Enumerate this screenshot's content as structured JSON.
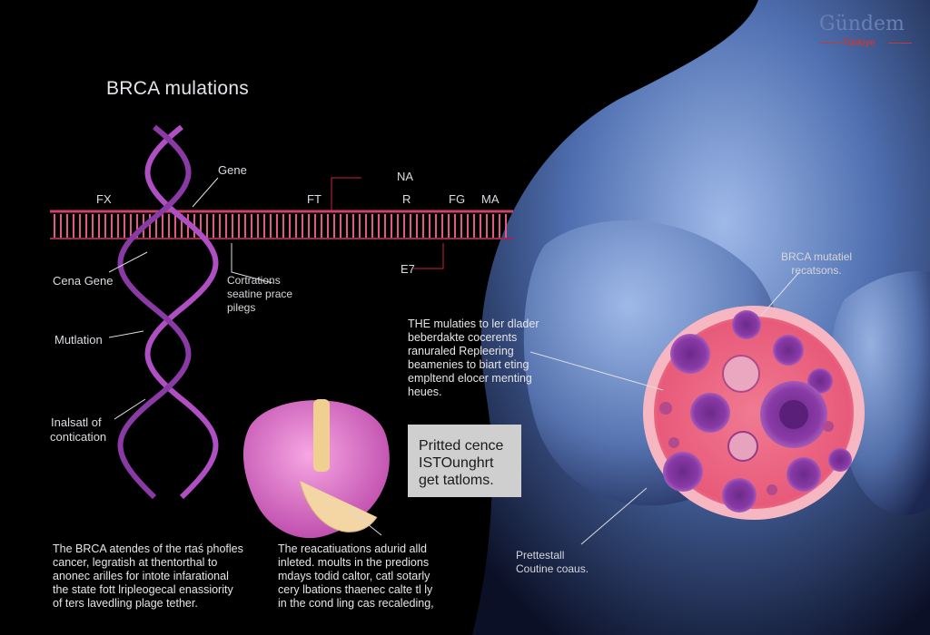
{
  "brand": {
    "name": "Gündem",
    "sub": "Türkiye"
  },
  "title": "BRCA mulations",
  "gene_labels": {
    "gene": "Gene",
    "na": "NA",
    "fx": "FX",
    "ft": "FT",
    "r": "R",
    "fg": "FG",
    "ma": "MA",
    "e7": "E7",
    "cena_gene": "Cena Gene",
    "mutation": "Mutlation",
    "inalsatl_1": "Inalsatl of",
    "inalsatl_2": "contication",
    "contrains": "Cortrations\nseatine prace\npilegs"
  },
  "mid_text": "THE mulaties to ler dlader\nbeberdakte cocerents\nranuraled Repleering\nbeamenies to biart eting\nempltend elocer menting\nheues.",
  "box_text": "Pritted cence\nISTOunghrt\nget tatloms.",
  "cell_labels": {
    "top": "BRCA mutatiel\nrecatsons.",
    "bottom": "Prettestall\nCoutine coaus."
  },
  "bottom_left": "The BRCA atendes of the rtaś phofles\ncancer, legratish at thentorthal to\nanonec arilles for intote infarational\nthe state fott lripleogecal enassiority\nof ters lavedling plage tether.",
  "bottom_mid": "The reacatiuations adurid alld\ninleted. moults in the predions\nmdays todid caltor, catl sotarly\ncery lbations thaenec calte tl ly\nin the cond ling cas recaleding,"
}
